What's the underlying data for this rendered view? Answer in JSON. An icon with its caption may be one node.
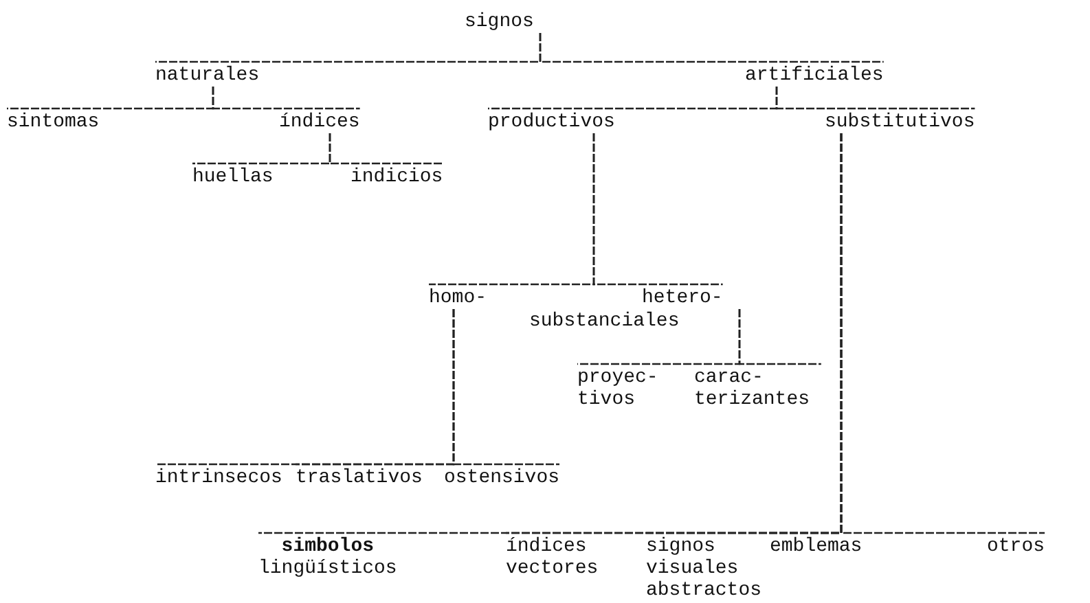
{
  "diagram": {
    "nodes": [
      {
        "text": [
          "signos"
        ]
      },
      {
        "text": [
          "naturales"
        ]
      },
      {
        "text": [
          "artificiales"
        ]
      },
      {
        "text": [
          "sintomas"
        ]
      },
      {
        "text": [
          "índices"
        ]
      },
      {
        "text": [
          "productivos"
        ]
      },
      {
        "text": [
          "substitutivos"
        ]
      },
      {
        "text": [
          "huellas"
        ]
      },
      {
        "text": [
          "indicios"
        ]
      },
      {
        "text": [
          "homo-"
        ]
      },
      {
        "text": [
          "hetero-"
        ]
      },
      {
        "text": [
          "proyec- tivos"
        ]
      },
      {
        "text": [
          "carac- terizantes"
        ]
      },
      {
        "text": [
          "intrinsecos"
        ]
      },
      {
        "text": [
          "traslativos"
        ]
      },
      {
        "text": [
          "ostensivos"
        ]
      },
      {
        "text": [
          "**simbolos** lingüísticos"
        ]
      },
      {
        "text": [
          "índices vectores"
        ]
      },
      {
        "text": [
          "signos visuales abstractos"
        ]
      },
      {
        "text": [
          "emblemas"
        ]
      },
      {
        "text": [
          "otros"
        ]
      }
    ],
    "edges": [
      {
        "from": 0,
        "to": 1,
        "arrow": "none"
      },
      {
        "from": 0,
        "to": 2,
        "arrow": "none"
      },
      {
        "from": 1,
        "to": 3,
        "arrow": "none"
      },
      {
        "from": 1,
        "to": 4,
        "arrow": "none"
      },
      {
        "from": 2,
        "to": 5,
        "arrow": "none"
      },
      {
        "from": 2,
        "to": 6,
        "arrow": "none"
      },
      {
        "from": 4,
        "to": 7,
        "arrow": "none"
      },
      {
        "from": 4,
        "to": 8,
        "arrow": "none"
      },
      {
        "from": 5,
        "to": 9,
        "arrow": "none"
      },
      {
        "from": 5,
        "to": 10,
        "arrow": "none"
      },
      {
        "from": 10,
        "to": 11,
        "arrow": "none"
      },
      {
        "from": 10,
        "to": 12,
        "arrow": "none"
      },
      {
        "from": 9,
        "to": 13,
        "arrow": "none"
      },
      {
        "from": 9,
        "to": 14,
        "arrow": "none"
      },
      {
        "from": 9,
        "to": 15,
        "arrow": "none"
      },
      {
        "from": 6,
        "to": 16,
        "arrow": "none"
      },
      {
        "from": 6,
        "to": 17,
        "arrow": "none"
      },
      {
        "from": 6,
        "to": 18,
        "arrow": "none"
      },
      {
        "from": 6,
        "to": 19,
        "arrow": "none"
      },
      {
        "from": 6,
        "to": 20,
        "arrow": "none"
      }
    ],
    "labels": [
      "substanciales"
    ]
  }
}
